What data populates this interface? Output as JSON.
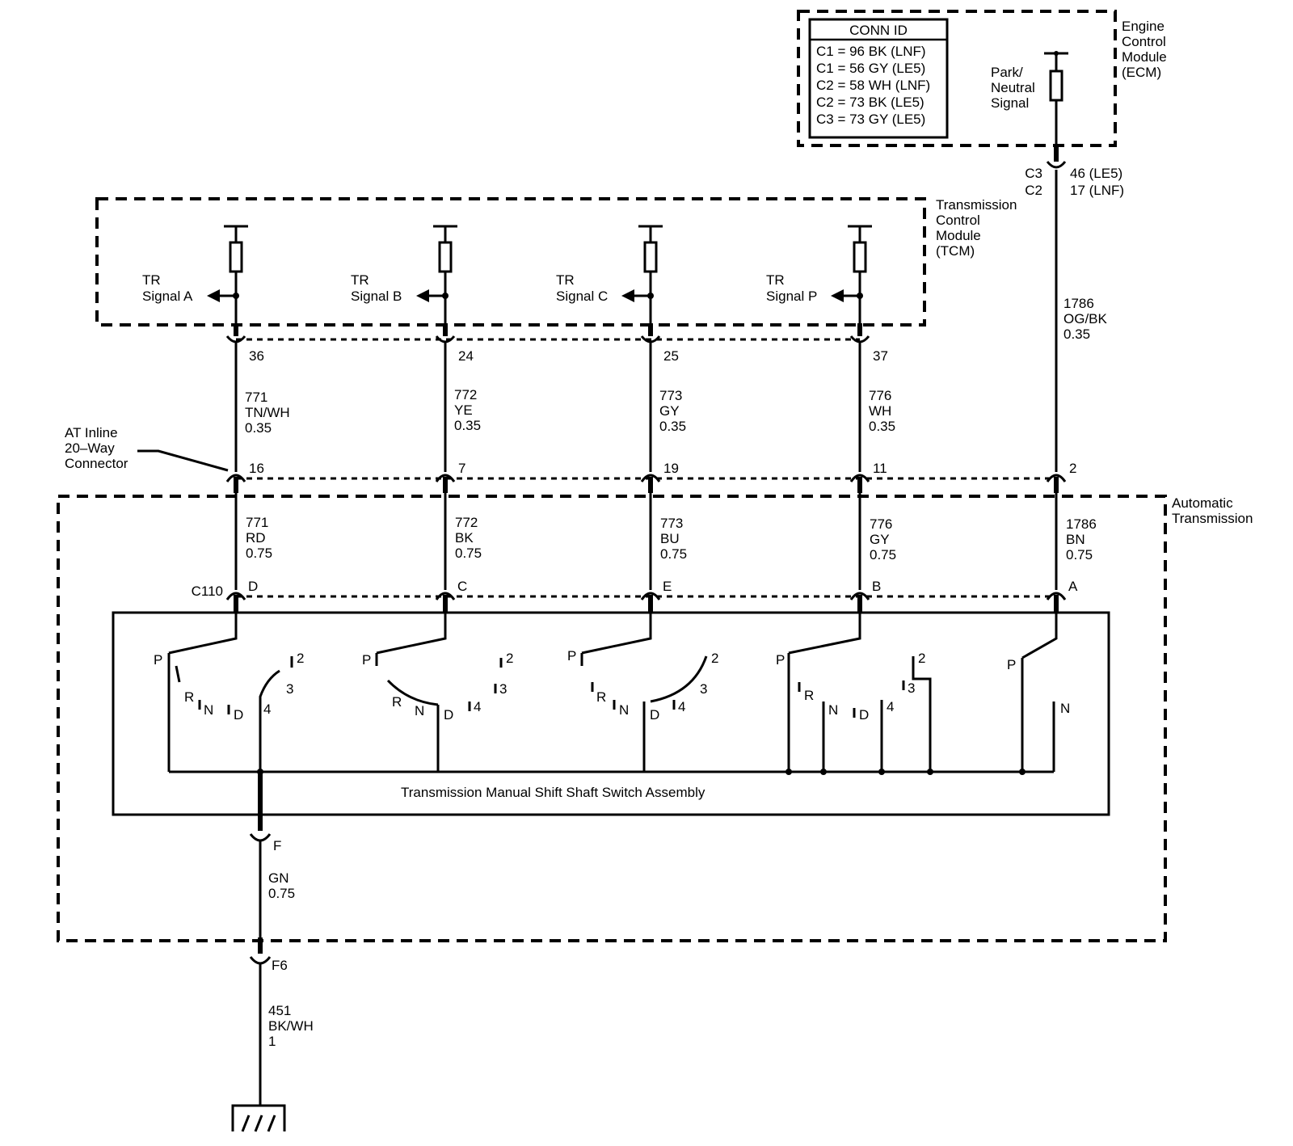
{
  "ecm": {
    "label": [
      "Engine",
      "Control",
      "Module",
      "(ECM)"
    ],
    "conn_id_title": "CONN ID",
    "conn_id_rows": [
      "C1 = 96 BK (LNF)",
      "C1 = 56 GY (LE5)",
      "C2 = 58 WH (LNF)",
      "C2 = 73 BK (LE5)",
      "C3 = 73 GY (LE5)"
    ],
    "pn_signal": [
      "Park/",
      "Neutral",
      "Signal"
    ],
    "pin_conn": [
      "C3",
      "C2"
    ],
    "pin_num": [
      "46 (LE5)",
      "17 (LNF)"
    ]
  },
  "tcm": {
    "label": [
      "Transmission",
      "Control",
      "Module",
      "(TCM)"
    ],
    "signals": [
      {
        "l1": "TR",
        "l2": "Signal A",
        "pin": "36",
        "circuit": "771",
        "color": "TN/WH",
        "gauge": "0.35"
      },
      {
        "l1": "TR",
        "l2": "Signal B",
        "pin": "24",
        "circuit": "772",
        "color": "YE",
        "gauge": "0.35"
      },
      {
        "l1": "TR",
        "l2": "Signal C",
        "pin": "25",
        "circuit": "773",
        "color": "GY",
        "gauge": "0.35"
      },
      {
        "l1": "TR",
        "l2": "Signal P",
        "pin": "37",
        "circuit": "776",
        "color": "WH",
        "gauge": "0.35"
      }
    ]
  },
  "ecm_wire": {
    "circuit": "1786",
    "color": "OG/BK",
    "gauge": "0.35"
  },
  "inline": {
    "label": [
      "AT Inline",
      "20–Way",
      "Connector"
    ],
    "pins": [
      "16",
      "7",
      "19",
      "11",
      "2"
    ]
  },
  "trans": {
    "label": [
      "Automatic",
      "Transmission"
    ],
    "wires": [
      {
        "circuit": "771",
        "color": "RD",
        "gauge": "0.75"
      },
      {
        "circuit": "772",
        "color": "BK",
        "gauge": "0.75"
      },
      {
        "circuit": "773",
        "color": "BU",
        "gauge": "0.75"
      },
      {
        "circuit": "776",
        "color": "GY",
        "gauge": "0.75"
      },
      {
        "circuit": "1786",
        "color": "BN",
        "gauge": "0.75"
      }
    ],
    "c110": "C110",
    "c110_pins": [
      "D",
      "C",
      "E",
      "B",
      "A"
    ]
  },
  "switch": {
    "title": "Transmission Manual Shift Shaft Switch Assembly",
    "pos": {
      "P": "P",
      "R": "R",
      "N": "N",
      "D": "D",
      "d4": "4",
      "d3": "3",
      "d2": "2"
    }
  },
  "ground": {
    "pin_f": "F",
    "wire1": {
      "color": "GN",
      "gauge": "0.75"
    },
    "pin_f6": "F6",
    "wire2": {
      "circuit": "451",
      "color": "BK/WH",
      "gauge": "1"
    }
  }
}
